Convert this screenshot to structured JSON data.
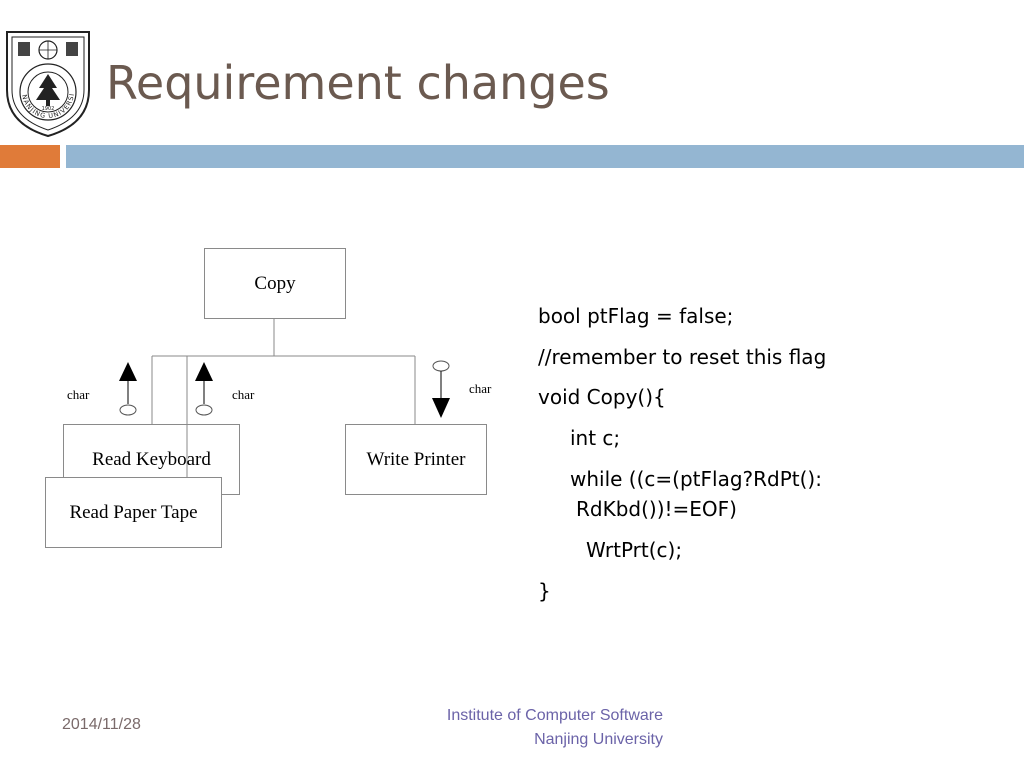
{
  "slide": {
    "title": "Requirement changes",
    "logo": {
      "icon": "nanjing-university-logo-icon",
      "text": "NANJING UNIVERSITY",
      "year": "1902"
    }
  },
  "diagram": {
    "modules": {
      "copy": "Copy",
      "read_keyboard": "Read Keyboard",
      "read_paper_tape": "Read Paper Tape",
      "write_printer": "Write Printer"
    },
    "labels": {
      "keyboard_char": "char",
      "tape_char": "char",
      "printer_char": "char"
    }
  },
  "code": {
    "lines": [
      "bool ptFlag = false;",
      "//remember to reset this flag",
      "void Copy(){",
      "int c;",
      "while ((c=(ptFlag?RdPt():",
      "RdKbd())!=EOF)",
      "WrtPrt(c);",
      "}"
    ]
  },
  "footer": {
    "date": "2014/11/28",
    "institute_line1": "Institute of Computer Software",
    "institute_line2": "Nanjing University"
  },
  "colors": {
    "title": "#6b5a50",
    "bar_orange": "#e07b39",
    "bar_blue": "#94b6d2",
    "footer_institute": "#6b63a8"
  }
}
